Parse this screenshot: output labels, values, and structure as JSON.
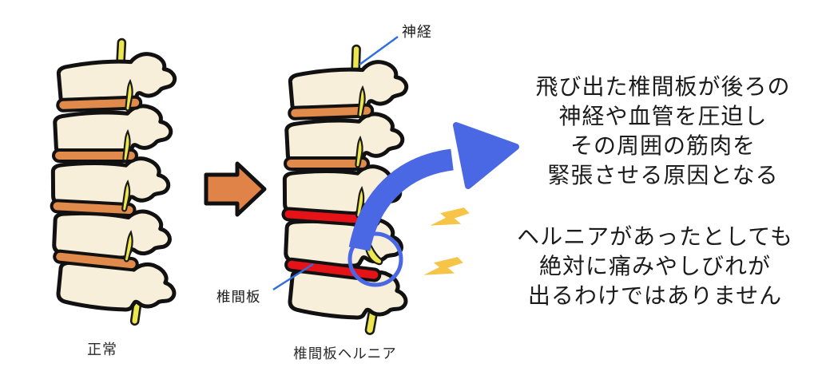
{
  "figure": {
    "title_context": "intervertebral-disc-hernia-diagram",
    "pointer_labels": {
      "nerve": "神経",
      "disc": "椎間板"
    },
    "captions": {
      "left_spine": "正常",
      "right_spine": "椎間板ヘルニア"
    },
    "text_blocks": [
      {
        "lines": [
          "飛び出た椎間板が後ろの",
          "神経や血管を圧迫し",
          "その周囲の筋肉を",
          "緊張させる原因となる"
        ]
      },
      {
        "lines": [
          "ヘルニアがあったとしても",
          "絶対に痛みやしびれが",
          "出るわけではありません"
        ]
      }
    ],
    "colors": {
      "background": "#FFFFFF",
      "vertebra_fill": "#F7EFD9",
      "outline": "#111111",
      "disc_normal": "#E08B4C",
      "disc_herniated": "#E51317",
      "nerve_yellow": "#ECE74F",
      "block_arrow_orange": "#E08348",
      "curved_arrow_blue": "#4A67E4",
      "pointer_line_blue": "#2E6EE0",
      "lightning_yellow": "#F6C446",
      "text": "#1B1B1B"
    }
  }
}
